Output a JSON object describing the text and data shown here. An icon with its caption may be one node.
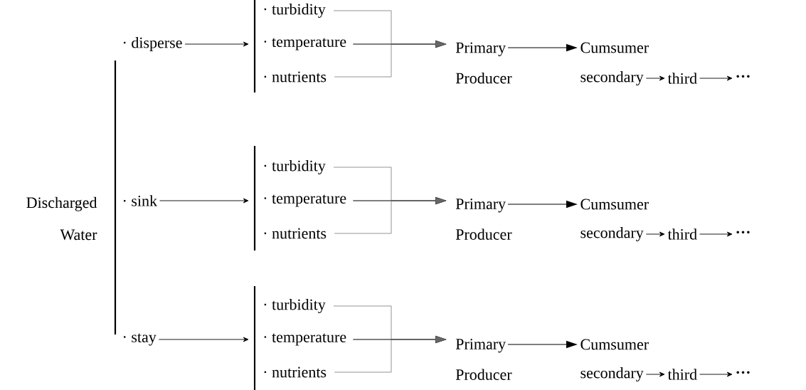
{
  "diagram": {
    "nodes": [
      {
        "text": [
          "Discharged Water"
        ]
      },
      {
        "text": [
          "· disperse"
        ]
      },
      {
        "text": [
          "· turbidity"
        ]
      },
      {
        "text": [
          "· temperature"
        ]
      },
      {
        "text": [
          "· nutrients"
        ]
      },
      {
        "text": [
          "Primary Producer"
        ]
      },
      {
        "text": [
          "Cumsumer"
        ]
      },
      {
        "text": [
          "secondary"
        ]
      },
      {
        "text": [
          "third"
        ]
      },
      {
        "text": [
          "···"
        ]
      },
      {
        "text": [
          "· sink"
        ]
      },
      {
        "text": [
          "· turbidity"
        ]
      },
      {
        "text": [
          "· temperature"
        ]
      },
      {
        "text": [
          "· nutrients"
        ]
      },
      {
        "text": [
          "Primary Producer"
        ]
      },
      {
        "text": [
          "Cumsumer"
        ]
      },
      {
        "text": [
          "secondary"
        ]
      },
      {
        "text": [
          "third"
        ]
      },
      {
        "text": [
          "···"
        ]
      },
      {
        "text": [
          "· stay"
        ]
      },
      {
        "text": [
          "· turbidity"
        ]
      },
      {
        "text": [
          "· temperature"
        ]
      },
      {
        "text": [
          "· nutrients"
        ]
      },
      {
        "text": [
          "Primary Producer"
        ]
      },
      {
        "text": [
          "Cumsumer"
        ]
      },
      {
        "text": [
          "secondary"
        ]
      },
      {
        "text": [
          "third"
        ]
      },
      {
        "text": [
          "···"
        ]
      }
    ],
    "edges": [
      {
        "from": 1,
        "to": 3,
        "arrow": "to"
      },
      {
        "from": 2,
        "to": 5,
        "arrow": "to",
        "color": "#666666"
      },
      {
        "from": 3,
        "to": 5,
        "arrow": "to"
      },
      {
        "from": 4,
        "to": 5,
        "arrow": "to",
        "color": "#666666"
      },
      {
        "from": 5,
        "to": 6,
        "arrow": "to"
      },
      {
        "from": 7,
        "to": 8,
        "arrow": "to"
      },
      {
        "from": 8,
        "to": 9,
        "arrow": "to"
      },
      {
        "from": 10,
        "to": 12,
        "arrow": "to"
      },
      {
        "from": 11,
        "to": 14,
        "arrow": "to",
        "color": "#666666"
      },
      {
        "from": 12,
        "to": 14,
        "arrow": "to"
      },
      {
        "from": 13,
        "to": 14,
        "arrow": "to",
        "color": "#666666"
      },
      {
        "from": 14,
        "to": 15,
        "arrow": "to"
      },
      {
        "from": 16,
        "to": 17,
        "arrow": "to"
      },
      {
        "from": 17,
        "to": 18,
        "arrow": "to"
      },
      {
        "from": 19,
        "to": 21,
        "arrow": "to"
      },
      {
        "from": 20,
        "to": 23,
        "arrow": "to",
        "color": "#666666"
      },
      {
        "from": 21,
        "to": 23,
        "arrow": "to"
      },
      {
        "from": 22,
        "to": 23,
        "arrow": "to",
        "color": "#666666"
      },
      {
        "from": 23,
        "to": 24,
        "arrow": "to"
      },
      {
        "from": 25,
        "to": 26,
        "arrow": "to"
      },
      {
        "from": 26,
        "to": 27,
        "arrow": "to"
      }
    ]
  }
}
